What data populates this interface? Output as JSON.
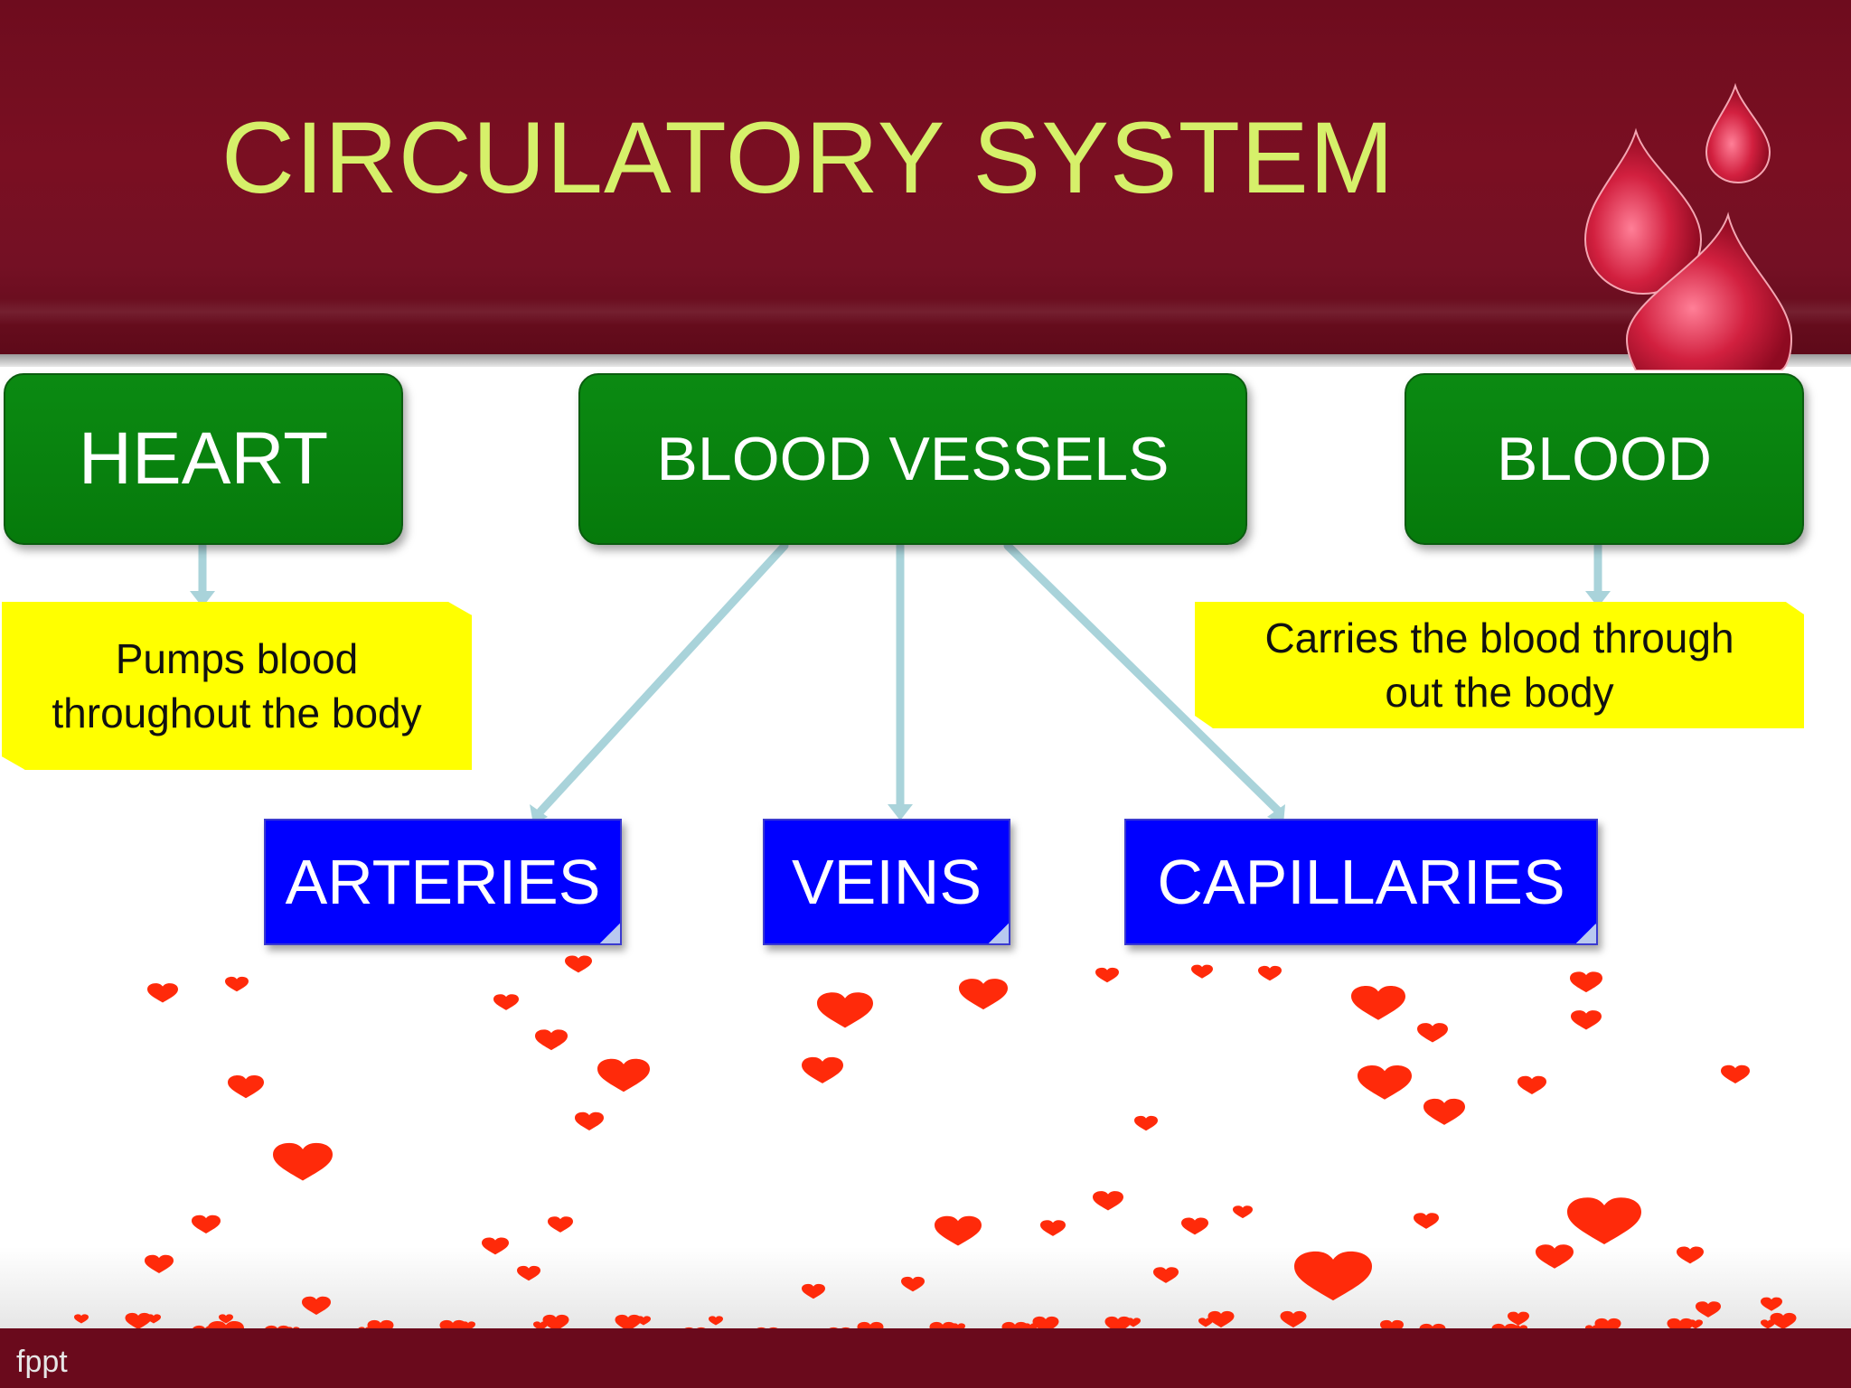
{
  "slide": {
    "title": "CIRCULATORY SYSTEM",
    "footer_logo": "fppt"
  },
  "diagram": {
    "top_boxes": [
      {
        "id": "heart",
        "label": "HEART"
      },
      {
        "id": "blood-vessels",
        "label": "BLOOD VESSELS"
      },
      {
        "id": "blood",
        "label": "BLOOD"
      }
    ],
    "notes": [
      {
        "id": "heart-note",
        "lines": [
          "Pumps blood",
          "throughout the body"
        ]
      },
      {
        "id": "blood-note",
        "lines": [
          "Carries the blood through",
          "out the body"
        ]
      }
    ],
    "vessel_types": [
      {
        "id": "arteries",
        "label": "ARTERIES"
      },
      {
        "id": "veins",
        "label": "VEINS"
      },
      {
        "id": "capillaries",
        "label": "CAPILLARIES"
      }
    ]
  },
  "colors": {
    "header": "#7a0f22",
    "title_text": "#d6f06a",
    "green_box": "#0b8a12",
    "note": "#ffff00",
    "vessel_box": "#0000ff",
    "connector": "#a9d3da",
    "heart": "#ff2a0a"
  },
  "icons": [
    "blood-drop-icon",
    "heart-icon"
  ]
}
